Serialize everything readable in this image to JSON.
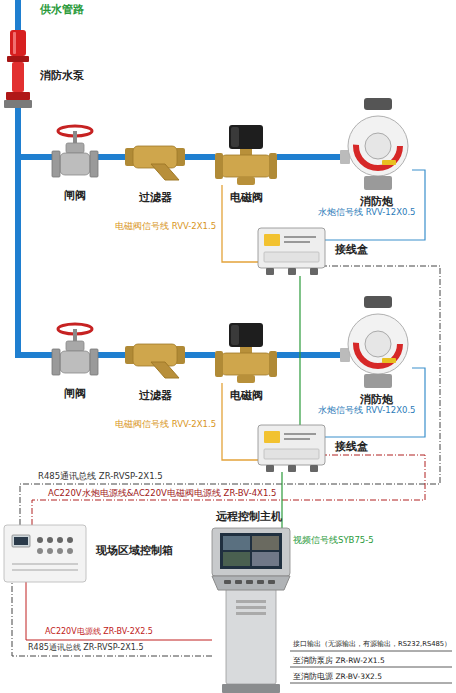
{
  "diagram": {
    "nodes": [
      {
        "text": [
          "消防水泵"
        ]
      },
      {
        "text": [
          "闸阀"
        ]
      },
      {
        "text": [
          "过滤器"
        ]
      },
      {
        "text": [
          "电磁阀"
        ]
      },
      {
        "text": [
          "消防炮"
        ]
      },
      {
        "text": [
          "接线盒"
        ]
      },
      {
        "text": [
          "闸阀"
        ]
      },
      {
        "text": [
          "过滤器"
        ]
      },
      {
        "text": [
          "电磁阀"
        ]
      },
      {
        "text": [
          "消防炮"
        ]
      },
      {
        "text": [
          "接线盒"
        ]
      },
      {
        "text": [
          "现场区域控制箱"
        ]
      },
      {
        "text": [
          "远程控制主机"
        ]
      }
    ],
    "edges": [
      {
        "from": 0,
        "to": 1,
        "arrow": "none"
      },
      {
        "from": 1,
        "to": 2,
        "arrow": "none"
      },
      {
        "from": 2,
        "to": 3,
        "arrow": "none"
      },
      {
        "from": 3,
        "to": 4,
        "arrow": "none"
      },
      {
        "from": 0,
        "to": 6,
        "arrow": "none"
      },
      {
        "from": 6,
        "to": 7,
        "arrow": "none"
      },
      {
        "from": 7,
        "to": 8,
        "arrow": "none"
      },
      {
        "from": 8,
        "to": 9,
        "arrow": "none"
      },
      {
        "from": 3,
        "to": 5,
        "label": "电磁阀信号线 RVV-2X1.5",
        "arrow": "none"
      },
      {
        "from": 4,
        "to": 5,
        "label": "水炮信号线 RVV-12X0.5",
        "arrow": "none"
      },
      {
        "from": 8,
        "to": 10,
        "label": "电磁阀信号线 RVV-2X1.5",
        "arrow": "none"
      },
      {
        "from": 9,
        "to": 10,
        "label": "水炮信号线 RVV-12X0.5",
        "arrow": "none"
      },
      {
        "from": 11,
        "to": 5,
        "label": "R485通讯总线 ZR-RVSP-2X1.5",
        "arrow": "none"
      },
      {
        "from": 11,
        "to": 10,
        "label": "AC220V水炮电源线&AC220V电磁阀电源线 ZR-BV-4X1.5",
        "arrow": "none"
      },
      {
        "from": 12,
        "to": 10,
        "label": "视频信号线SYB75-5",
        "arrow": "none"
      },
      {
        "from": 10,
        "to": 5,
        "arrow": "none"
      },
      {
        "from": 12,
        "to": 11,
        "label": "AC220V电源线 ZR-BV-2X2.5",
        "arrow": "none"
      },
      {
        "from": 12,
        "to": 11,
        "label": "R485通讯总线 ZR-RVSP-2X1.5",
        "arrow": "none"
      }
    ],
    "labels": [
      "供水管路",
      "接口输出（无源输出，有源输出，RS232,RS485）",
      "至消防泵房 ZR-RW-2X1.5",
      "至消防电源 ZR-BV-3X2.5"
    ]
  }
}
